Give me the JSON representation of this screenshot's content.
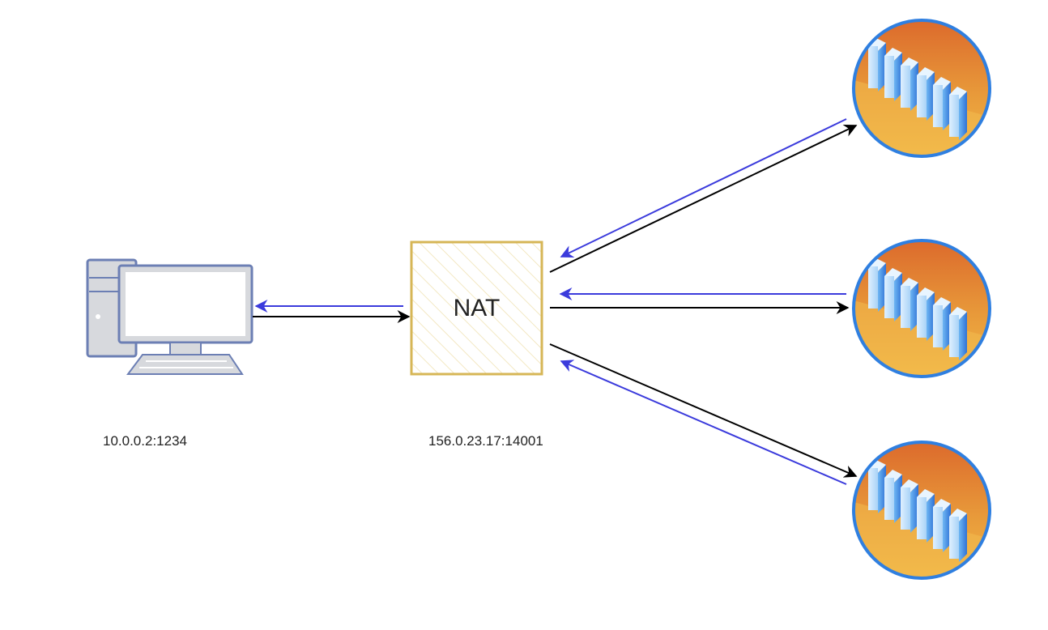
{
  "client": {
    "address": "10.0.0.2:1234",
    "icon": "desktop-computer-icon"
  },
  "nat": {
    "label": "NAT",
    "address": "156.0.23.17:14001"
  },
  "servers": [
    {
      "icon": "server-cluster-icon"
    },
    {
      "icon": "server-cluster-icon"
    },
    {
      "icon": "server-cluster-icon"
    }
  ],
  "colors": {
    "request_arrow": "#000000",
    "response_arrow": "#3b3bdc",
    "nat_border": "#d6b656",
    "computer_fill": "#d7d9dd",
    "computer_stroke": "#6c7fb4",
    "server_circle_stroke": "#2f7fe0",
    "server_orange": "#e07a2f",
    "server_yellow": "#f0b445"
  }
}
